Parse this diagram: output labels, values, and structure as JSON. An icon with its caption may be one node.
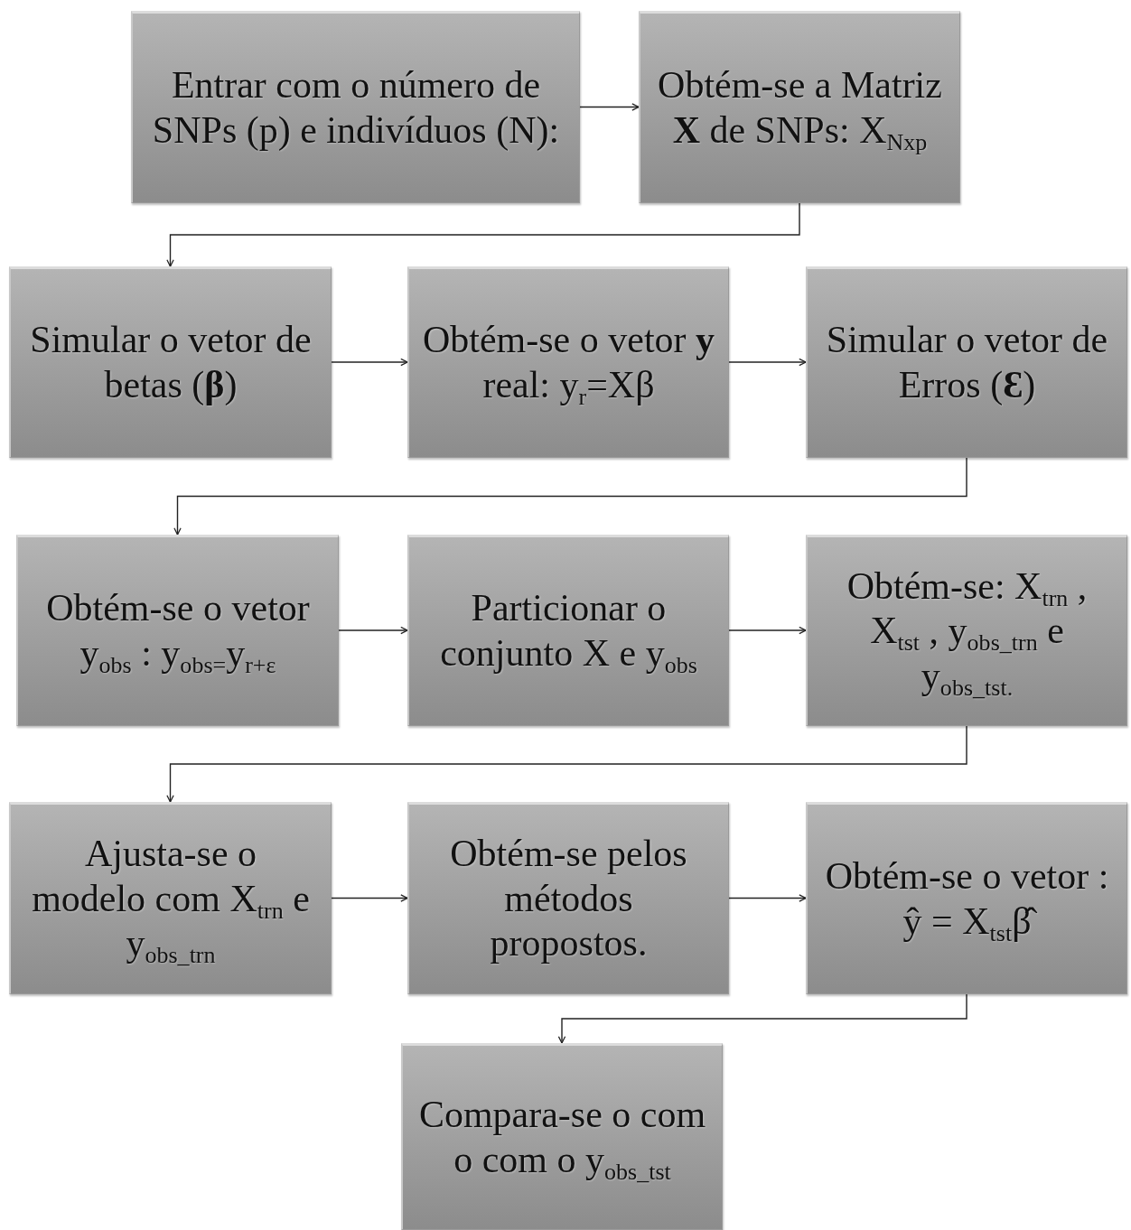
{
  "diagram": {
    "nodes": [
      {
        "text": [
          "Entrar com o número de SNPs (p) e indivíduos (N):"
        ]
      },
      {
        "text": [
          "Obtém-se a Matriz **X** de SNPs: X$_{Nxp}$"
        ]
      },
      {
        "text": [
          "Simular o vetor de betas (**β**)"
        ]
      },
      {
        "text": [
          "Obtém-se o vetor **y** real: y$_{r}$=Xβ"
        ]
      },
      {
        "text": [
          "Simular o vetor de Erros (**Ɛ**)"
        ]
      },
      {
        "text": [
          "Obtém-se o vetor y$_{obs}$ : y$_{obs=}$y$_{r+ε}$"
        ]
      },
      {
        "text": [
          "Particionar o conjunto X e y$_{obs}$"
        ]
      },
      {
        "text": [
          "Obtém-se: X$_{trn}$ , X$_{tst}$ , y$_{obs_trn}$ e y$_{obs_tst.}$"
        ]
      },
      {
        "text": [
          "Ajusta-se o modelo com X$_{trn}$ e y$_{obs_trn}$"
        ]
      },
      {
        "text": [
          "Obtém-se pelos métodos propostos."
        ]
      },
      {
        "text": [
          "Obtém-se o vetor : ŷ = X$_{tst}$β̂"
        ]
      },
      {
        "text": [
          "Compara-se o com o com o y$_{obs_tst}$"
        ]
      }
    ],
    "edges": [
      {
        "from": 0,
        "to": 1,
        "arrow": "to"
      },
      {
        "from": 1,
        "to": 2,
        "arrow": "to"
      },
      {
        "from": 2,
        "to": 3,
        "arrow": "to"
      },
      {
        "from": 3,
        "to": 4,
        "arrow": "to"
      },
      {
        "from": 4,
        "to": 5,
        "arrow": "to"
      },
      {
        "from": 5,
        "to": 6,
        "arrow": "to"
      },
      {
        "from": 6,
        "to": 7,
        "arrow": "to"
      },
      {
        "from": 7,
        "to": 8,
        "arrow": "to"
      },
      {
        "from": 8,
        "to": 9,
        "arrow": "to"
      },
      {
        "from": 9,
        "to": 10,
        "arrow": "to"
      },
      {
        "from": 10,
        "to": 11,
        "arrow": "to"
      }
    ]
  }
}
